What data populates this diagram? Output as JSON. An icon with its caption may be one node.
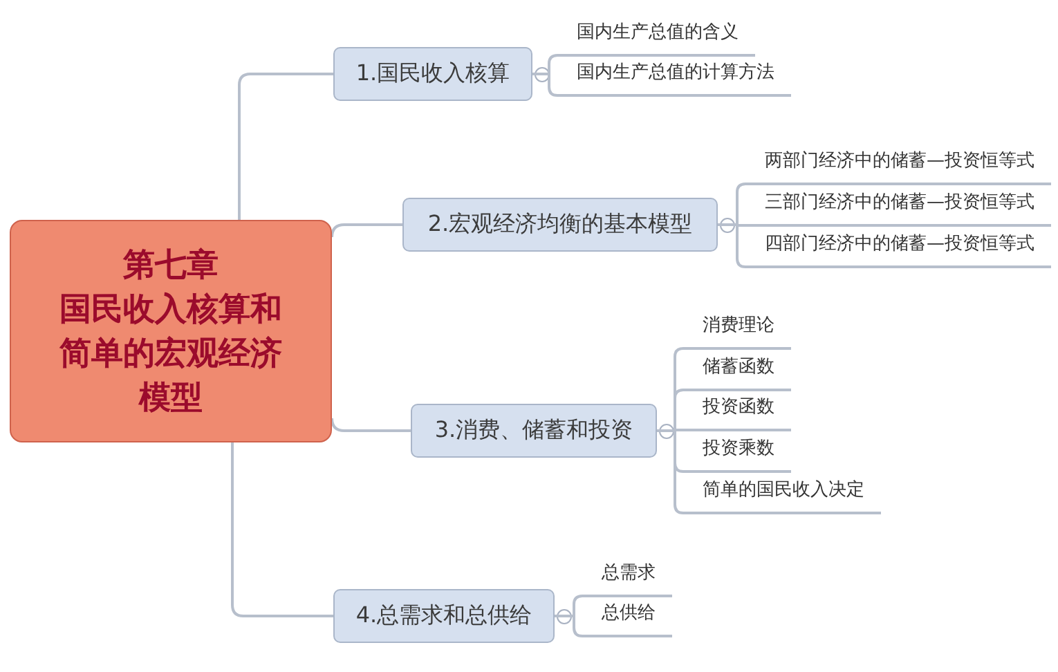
{
  "diagram": {
    "nodes": [
      {
        "text": [
          "第七章",
          "国民收入核算和简单的宏观经济模型"
        ]
      },
      {
        "text": [
          "1.国民收入核算"
        ]
      },
      {
        "text": [
          "国内生产总值的含义"
        ]
      },
      {
        "text": [
          "国内生产总值的计算方法"
        ]
      },
      {
        "text": [
          "2.宏观经济均衡的基本模型"
        ]
      },
      {
        "text": [
          "两部门经济中的储蓄—投资恒等式"
        ]
      },
      {
        "text": [
          "三部门经济中的储蓄—投资恒等式"
        ]
      },
      {
        "text": [
          "四部门经济中的储蓄—投资恒等式"
        ]
      },
      {
        "text": [
          "3.消费、储蓄和投资"
        ]
      },
      {
        "text": [
          "消费理论"
        ]
      },
      {
        "text": [
          "储蓄函数"
        ]
      },
      {
        "text": [
          "投资函数"
        ]
      },
      {
        "text": [
          "投资乘数"
        ]
      },
      {
        "text": [
          "简单的国民收入决定"
        ]
      },
      {
        "text": [
          "4.总需求和总供给"
        ]
      },
      {
        "text": [
          "总需求"
        ]
      },
      {
        "text": [
          "总供给"
        ]
      }
    ],
    "edges": [
      {
        "from": 0,
        "to": 1,
        "arrow": "none"
      },
      {
        "from": 0,
        "to": 4,
        "arrow": "none"
      },
      {
        "from": 0,
        "to": 8,
        "arrow": "none"
      },
      {
        "from": 0,
        "to": 14,
        "arrow": "none"
      },
      {
        "from": 1,
        "to": 2,
        "arrow": "none"
      },
      {
        "from": 1,
        "to": 3,
        "arrow": "none"
      },
      {
        "from": 4,
        "to": 5,
        "arrow": "none"
      },
      {
        "from": 4,
        "to": 6,
        "arrow": "none"
      },
      {
        "from": 4,
        "to": 7,
        "arrow": "none"
      },
      {
        "from": 8,
        "to": 9,
        "arrow": "none"
      },
      {
        "from": 8,
        "to": 10,
        "arrow": "none"
      },
      {
        "from": 8,
        "to": 11,
        "arrow": "none"
      },
      {
        "from": 8,
        "to": 12,
        "arrow": "none"
      },
      {
        "from": 8,
        "to": 13,
        "arrow": "none"
      },
      {
        "from": 14,
        "to": 15,
        "arrow": "none"
      },
      {
        "from": 14,
        "to": 16,
        "arrow": "none"
      }
    ]
  }
}
